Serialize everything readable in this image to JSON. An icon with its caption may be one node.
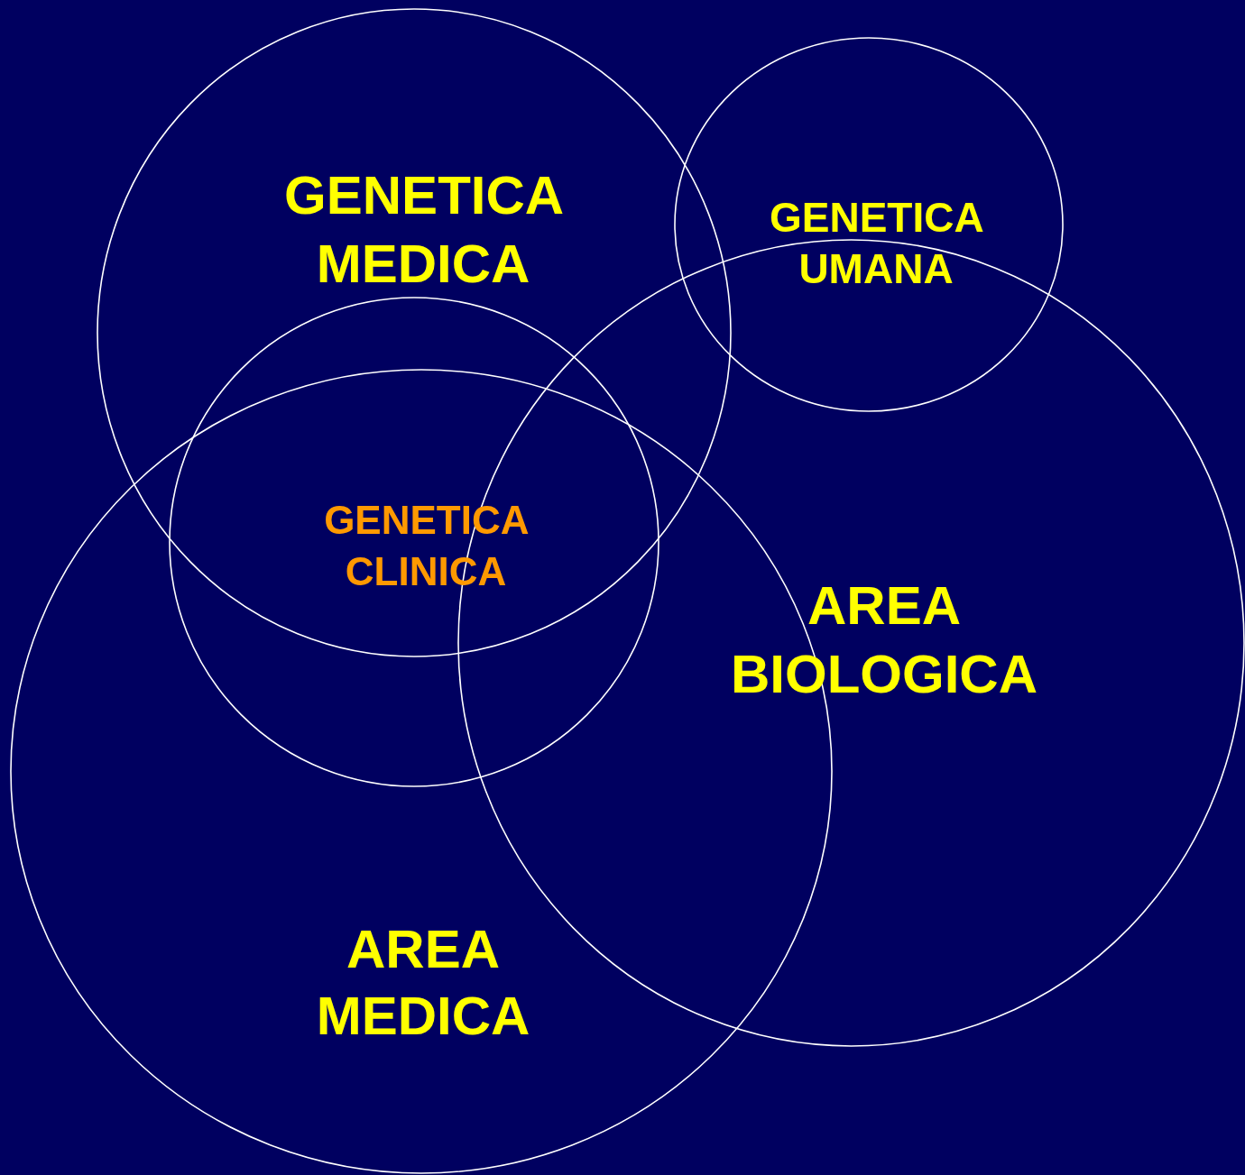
{
  "diagram": {
    "nodes": [
      {
        "text": [
          "GENETICA MEDICA"
        ]
      },
      {
        "text": [
          "GENETICA UMANA"
        ]
      },
      {
        "text": [
          "GENETICA CLINICA"
        ]
      },
      {
        "text": [
          "AREA MEDICA"
        ]
      },
      {
        "text": [
          "AREA BIOLOGICA"
        ]
      }
    ]
  }
}
